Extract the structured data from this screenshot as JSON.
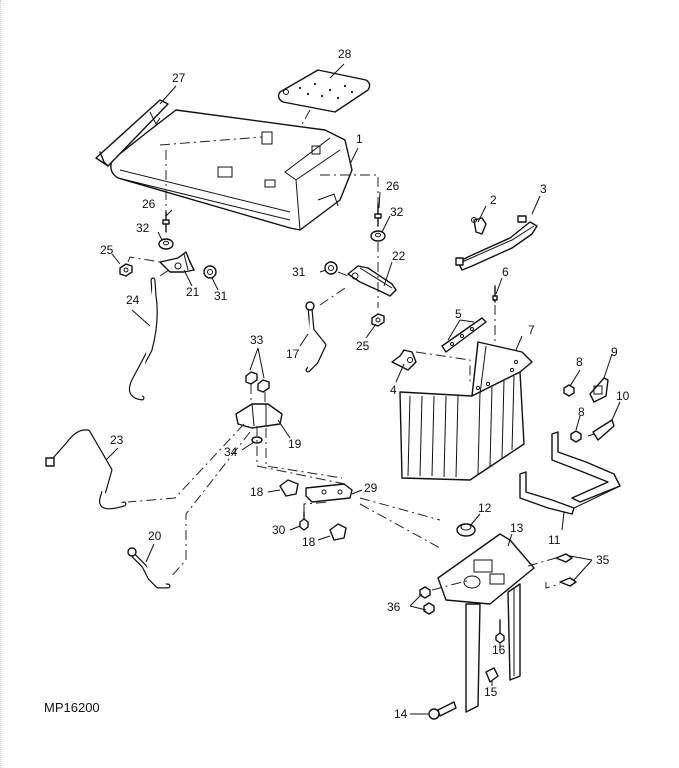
{
  "figure": {
    "id": "MP16200",
    "description": "Exploded parts diagram: battery box, hood/cover and linkage rods"
  },
  "callouts": [
    {
      "key": "c1",
      "label": "1"
    },
    {
      "key": "c2",
      "label": "2"
    },
    {
      "key": "c3",
      "label": "3"
    },
    {
      "key": "c4",
      "label": "4"
    },
    {
      "key": "c5",
      "label": "5"
    },
    {
      "key": "c6",
      "label": "6"
    },
    {
      "key": "c7",
      "label": "7"
    },
    {
      "key": "c8a",
      "label": "8"
    },
    {
      "key": "c8b",
      "label": "8"
    },
    {
      "key": "c9",
      "label": "9"
    },
    {
      "key": "c10",
      "label": "10"
    },
    {
      "key": "c11",
      "label": "11"
    },
    {
      "key": "c12",
      "label": "12"
    },
    {
      "key": "c13",
      "label": "13"
    },
    {
      "key": "c14",
      "label": "14"
    },
    {
      "key": "c15",
      "label": "15"
    },
    {
      "key": "c16",
      "label": "16"
    },
    {
      "key": "c17",
      "label": "17"
    },
    {
      "key": "c18a",
      "label": "18"
    },
    {
      "key": "c18b",
      "label": "18"
    },
    {
      "key": "c19",
      "label": "19"
    },
    {
      "key": "c20",
      "label": "20"
    },
    {
      "key": "c21",
      "label": "21"
    },
    {
      "key": "c22",
      "label": "22"
    },
    {
      "key": "c23",
      "label": "23"
    },
    {
      "key": "c24",
      "label": "24"
    },
    {
      "key": "c25a",
      "label": "25"
    },
    {
      "key": "c25b",
      "label": "25"
    },
    {
      "key": "c26a",
      "label": "26"
    },
    {
      "key": "c26b",
      "label": "26"
    },
    {
      "key": "c27",
      "label": "27"
    },
    {
      "key": "c28",
      "label": "28"
    },
    {
      "key": "c29",
      "label": "29"
    },
    {
      "key": "c30",
      "label": "30"
    },
    {
      "key": "c31a",
      "label": "31"
    },
    {
      "key": "c31b",
      "label": "31"
    },
    {
      "key": "c32a",
      "label": "32"
    },
    {
      "key": "c32b",
      "label": "32"
    },
    {
      "key": "c33",
      "label": "33"
    },
    {
      "key": "c34",
      "label": "34"
    },
    {
      "key": "c35",
      "label": "35"
    },
    {
      "key": "c36",
      "label": "36"
    }
  ]
}
